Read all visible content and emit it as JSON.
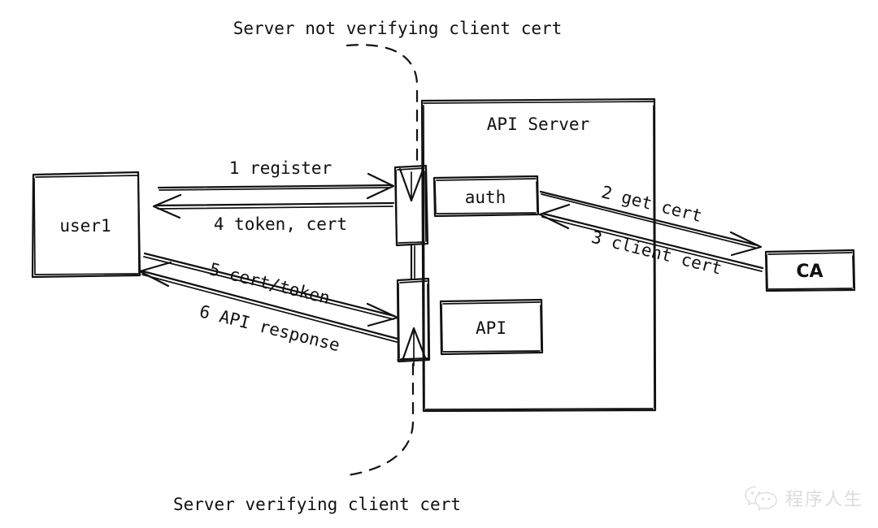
{
  "diagram": {
    "title_top": "Server not verifying client cert",
    "title_bottom": "Server verifying client cert",
    "nodes": {
      "user": "user1",
      "api_server": "API Server",
      "auth": "auth",
      "api": "API",
      "ca": "CA"
    },
    "flows": [
      {
        "id": 1,
        "label": "1 register",
        "from": "user1",
        "to": "gateway-auth"
      },
      {
        "id": 2,
        "label": "2 get cert",
        "from": "auth",
        "to": "CA"
      },
      {
        "id": 3,
        "label": "3 client cert",
        "from": "CA",
        "to": "auth"
      },
      {
        "id": 4,
        "label": "4 token, cert",
        "from": "gateway-auth",
        "to": "user1"
      },
      {
        "id": 5,
        "label": "5 cert/token",
        "from": "user1",
        "to": "gateway-api"
      },
      {
        "id": 6,
        "label": "6 API response",
        "from": "gateway-api",
        "to": "user1"
      }
    ],
    "colors": {
      "ink": "#111111",
      "background": "#ffffff",
      "watermark": "#8a8a8a"
    }
  },
  "watermark": {
    "text": "程序人生",
    "icon": "wechat-icon"
  }
}
